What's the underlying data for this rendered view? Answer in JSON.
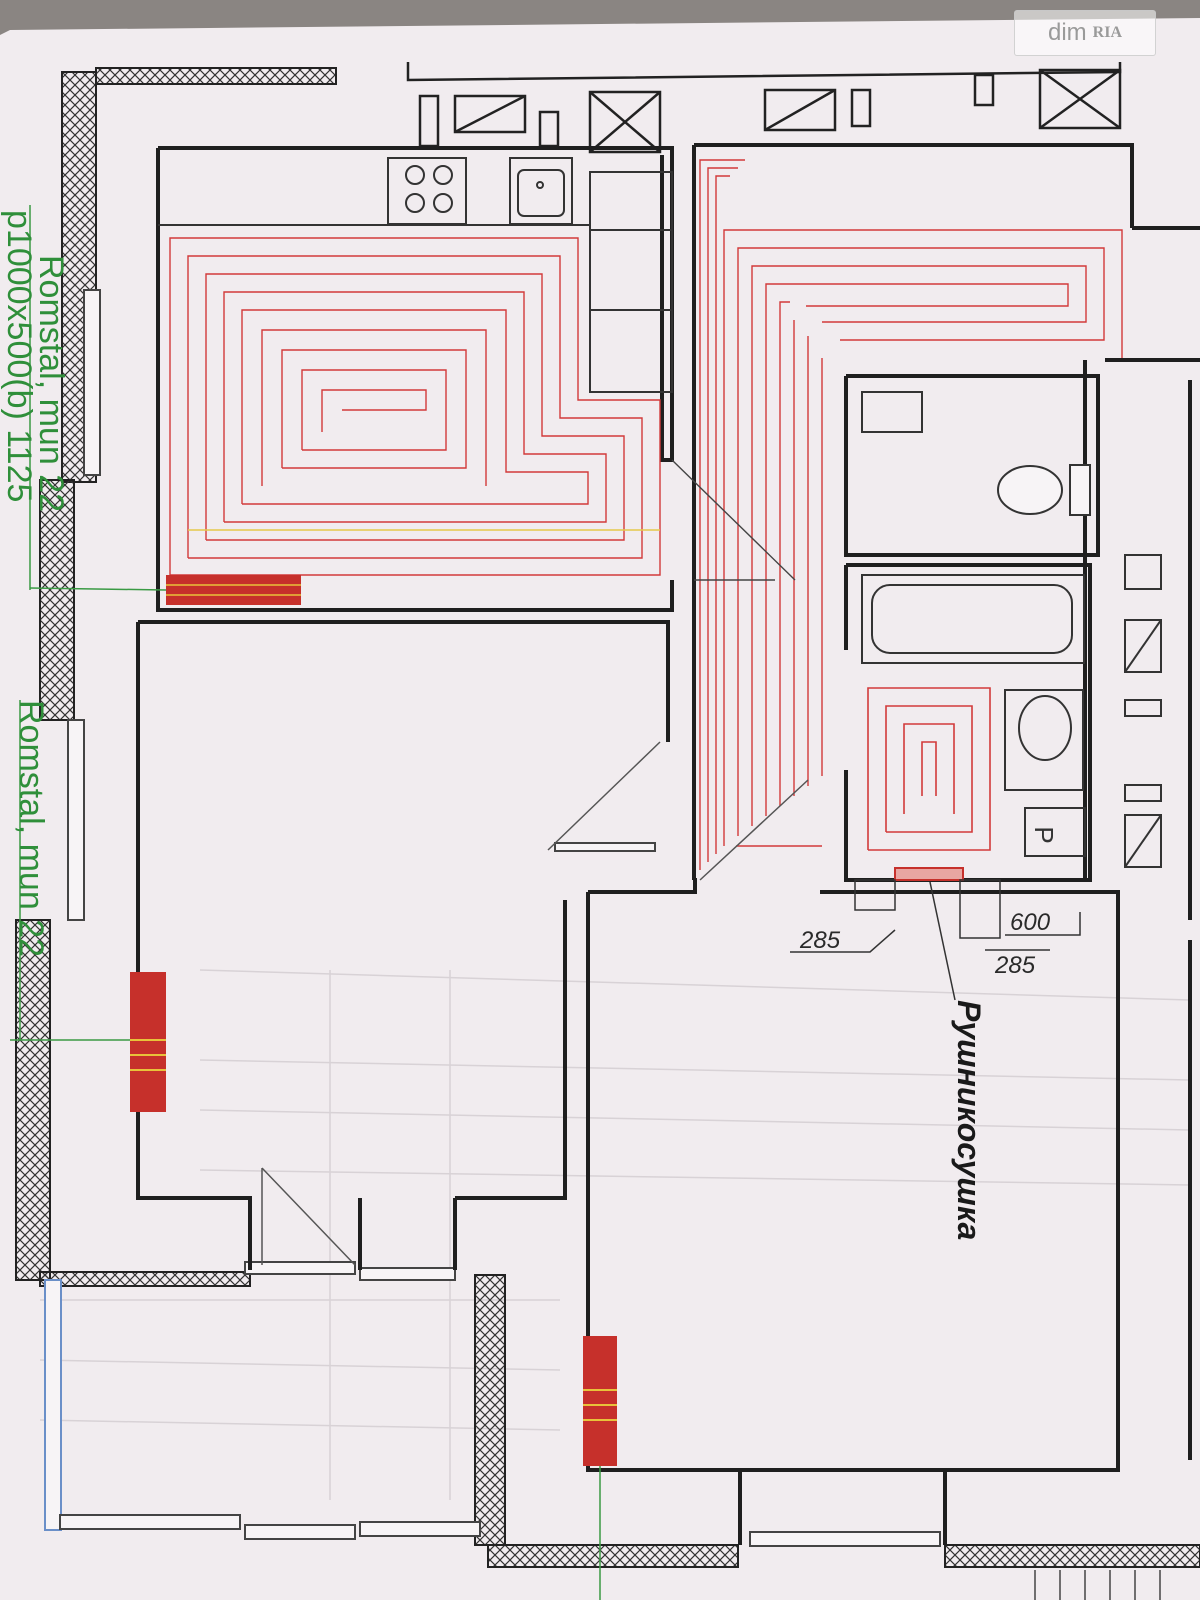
{
  "watermark": {
    "brand_left": "dim",
    "brand_right": "RIA"
  },
  "dimensions": {
    "d1": "285",
    "d2": "600",
    "d3": "285"
  },
  "annotations": {
    "towel_warmer": "Рушникосушка"
  },
  "radiator_labels": {
    "upper": "Romstal, mun 22",
    "upper_size": "p1000x500(b) 1125",
    "lower": "Romstal, mun 22"
  },
  "bathroom_mark": "P",
  "colors": {
    "paper": "#f2eef0",
    "wall": "#2b2b2b",
    "heating_pipe": "#d23a3a",
    "radiator": "#c6302b",
    "radiator_stripe": "#e8c23a",
    "green_line": "#3a9a44",
    "window_blue": "#6a8fc8"
  },
  "icons": [
    "stove-icon",
    "kitchen-sink-icon",
    "toilet-icon",
    "bathtub-icon",
    "washbasin-icon",
    "towel-warmer-icon"
  ]
}
